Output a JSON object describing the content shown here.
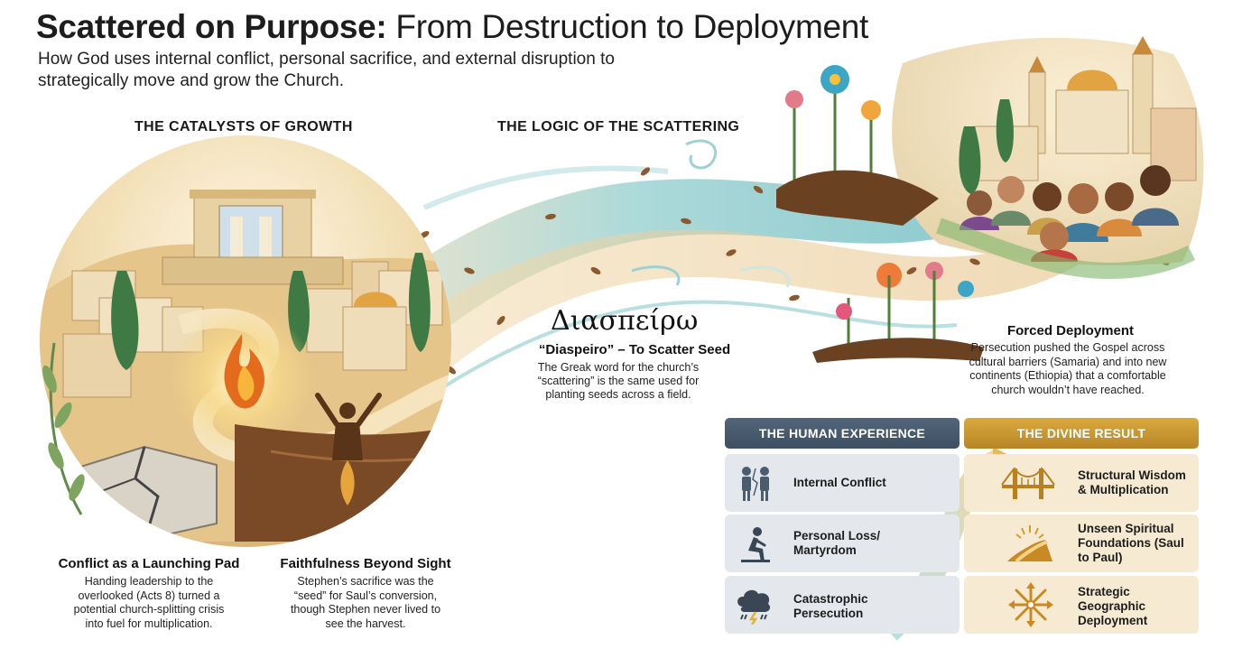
{
  "header": {
    "title_bold": "Scattered on Purpose:",
    "title_rest": " From Destruction to Deployment",
    "subtitle": "How God uses internal conflict, personal sacrifice, and external disruption to strategically move and grow the Church."
  },
  "sections": {
    "catalysts": "THE CATALYSTS OF GROWTH",
    "logic": "THE LOGIC OF THE SCATTERING"
  },
  "greek": {
    "word": "Διασπείρω",
    "heading": "“Diaspeiro” – To Scatter Seed",
    "description": "The Greak word for the church’s “scattering” is the same used for planting seeds across a field."
  },
  "captions": {
    "conflict": {
      "title": "Conflict as a Launching Pad",
      "text": "Handing leadership to the overlooked (Acts 8) turned a potential church-splitting crisis into fuel for multiplication."
    },
    "faithfulness": {
      "title": "Faithfulness Beyond Sight",
      "text": "Stephen’s sacrifice was the “seed” for Saul’s conversion, though Stephen never lived to see the harvest."
    },
    "deployment": {
      "title": "Forced Deployment",
      "text": "Persecution pushed the Gospel across cultural barriers (Samaria) and into new continents (Ethiopia) that a comfortable church wouldn’t have reached."
    }
  },
  "table": {
    "human_header": "THE HUMAN EXPERIENCE",
    "divine_header": "THE DIVINE RESULT",
    "human": [
      {
        "label": "Internal Conflict",
        "icon": "two-people-conflict-icon"
      },
      {
        "label": "Personal Loss/ Martyrdom",
        "icon": "kneeling-person-icon"
      },
      {
        "label": "Catastrophic Persecution",
        "icon": "storm-cloud-icon"
      }
    ],
    "divine": [
      {
        "label": "Structural Wisdom & Multiplication",
        "icon": "bridge-icon"
      },
      {
        "label": "Unseen Spiritual Foundations (Saul to Paul)",
        "icon": "path-light-icon"
      },
      {
        "label": "Strategic Geographic Deployment",
        "icon": "compass-arrows-icon"
      }
    ]
  },
  "colors": {
    "human_header": "#46586c",
    "divine_header": "#c8942e",
    "human_row": "#e4e7ec",
    "divine_row": "#f6ead2",
    "wave_teal": "#7fc6c9",
    "wave_gold": "#e7c58a"
  }
}
